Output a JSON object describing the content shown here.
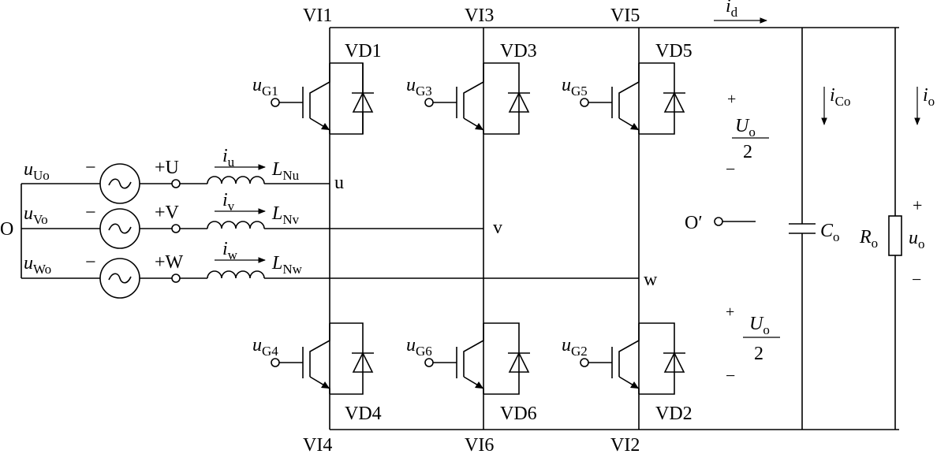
{
  "transistors": {
    "t1": {
      "name": "VI1",
      "diode": "VD1",
      "gate": "u",
      "gate_sub": "G1"
    },
    "t3": {
      "name": "VI3",
      "diode": "VD3",
      "gate": "u",
      "gate_sub": "G3"
    },
    "t5": {
      "name": "VI5",
      "diode": "VD5",
      "gate": "u",
      "gate_sub": "G5"
    },
    "t4": {
      "name": "VI4",
      "diode": "VD4",
      "gate": "u",
      "gate_sub": "G4"
    },
    "t6": {
      "name": "VI6",
      "diode": "VD6",
      "gate": "u",
      "gate_sub": "G6"
    },
    "t2": {
      "name": "VI2",
      "diode": "VD2",
      "gate": "u",
      "gate_sub": "G2"
    }
  },
  "sources": {
    "u": {
      "sym": "u",
      "sub": "Uo",
      "terminal": "+U",
      "cur": "i",
      "cur_sub": "u",
      "ind": "L",
      "ind_sub": "Nu",
      "node": "u"
    },
    "v": {
      "sym": "u",
      "sub": "Vo",
      "terminal": "+V",
      "cur": "i",
      "cur_sub": "v",
      "ind": "L",
      "ind_sub": "Nv",
      "node": "v"
    },
    "w": {
      "sym": "u",
      "sub": "Wo",
      "terminal": "+W",
      "cur": "i",
      "cur_sub": "w",
      "ind": "L",
      "ind_sub": "Nw",
      "node": "w"
    },
    "minus": "−",
    "ac_symbol": "~"
  },
  "neutral": {
    "left": "O",
    "mid": "O′"
  },
  "dc_link": {
    "id_sym": "i",
    "id_sub": "d",
    "ico_sym": "i",
    "ico_sub": "Co",
    "io_sym": "i",
    "io_sub": "o",
    "cap_sym": "C",
    "cap_sub": "o",
    "res_sym": "R",
    "res_sub": "o",
    "uo_sym": "u",
    "uo_sub": "o",
    "half_sym": "U",
    "half_sub": "o",
    "half_den": "2",
    "plus": "+",
    "minus": "−"
  }
}
